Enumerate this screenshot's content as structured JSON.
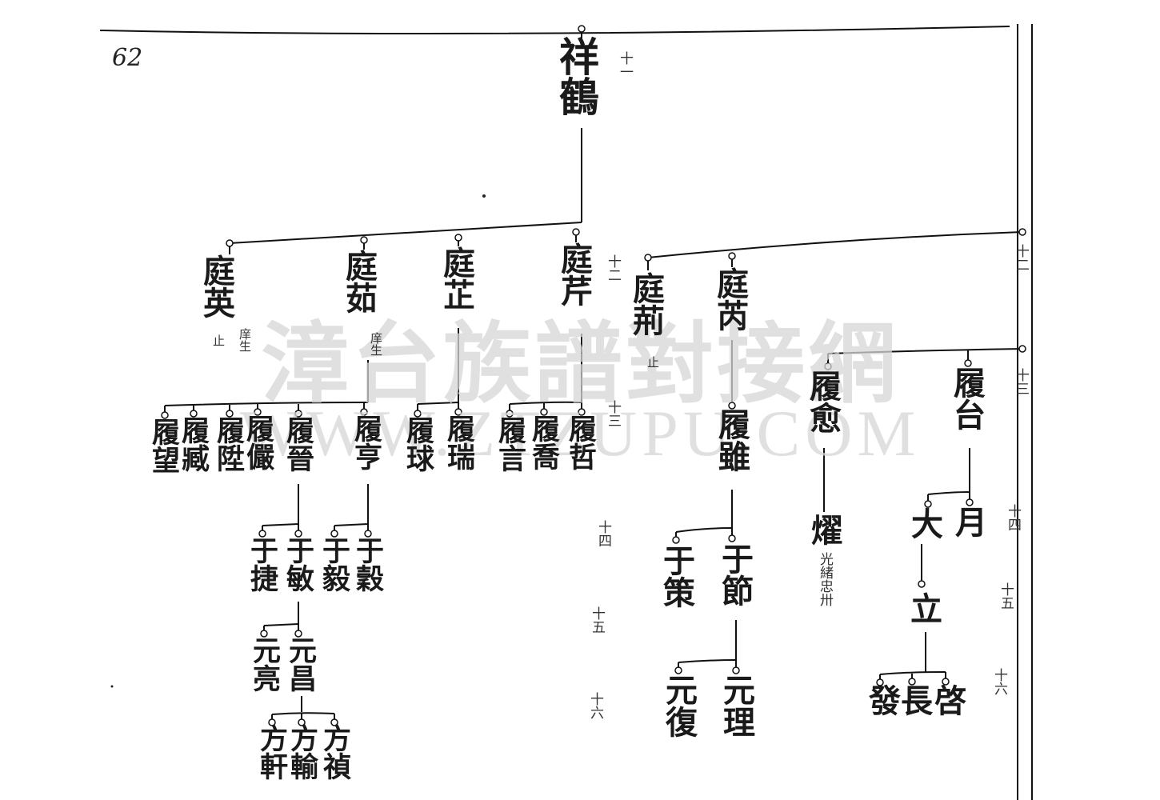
{
  "page_number": "62",
  "watermark": {
    "line1": "漳台族譜對接網",
    "line2": "WWW.ZTZUPU.COM"
  },
  "generation_marks": {
    "g12_top": "十一",
    "g12_right": "十二",
    "g13_mid": "十二",
    "g13_right": "十三",
    "g14_lower": "十三",
    "g14_right": "十四",
    "g15_right": "十五",
    "g16_right": "十六",
    "g14_left": "十四",
    "g15_left": "十五",
    "g16_left": "十六"
  },
  "ancestor": "祥鶴",
  "gen2": {
    "a": "庭英",
    "a_note1": "止",
    "a_note2": "庠生",
    "b": "庭茹",
    "b_note": "庠生",
    "c": "庭芷",
    "d": "庭芹",
    "e": "庭荊",
    "e_note": "止",
    "f": "庭芮"
  },
  "gen3": {
    "g": "履望",
    "h": "履臧",
    "i": "履陞",
    "j": "履儼",
    "k": "履晉",
    "l": "履亨",
    "m": "履球",
    "n": "履瑞",
    "o": "履言",
    "p": "履喬",
    "q": "履哲",
    "r": "履雖",
    "s": "履愈",
    "t": "履台"
  },
  "gen4": {
    "u": "于捷",
    "v": "于敏",
    "w": "于毅",
    "x": "于穀",
    "y": "于策",
    "z": "于節",
    "aa": "燿",
    "aa_note": "光緒忠卅",
    "ab": "大",
    "ac": "月"
  },
  "gen5": {
    "ad": "元亮",
    "ae": "元昌",
    "af": "元復",
    "ag": "元理",
    "ah": "立"
  },
  "gen6": {
    "ai": "方軒",
    "aj": "方輸",
    "ak": "方禎",
    "al": "發",
    "am": "長",
    "an": "啓"
  }
}
